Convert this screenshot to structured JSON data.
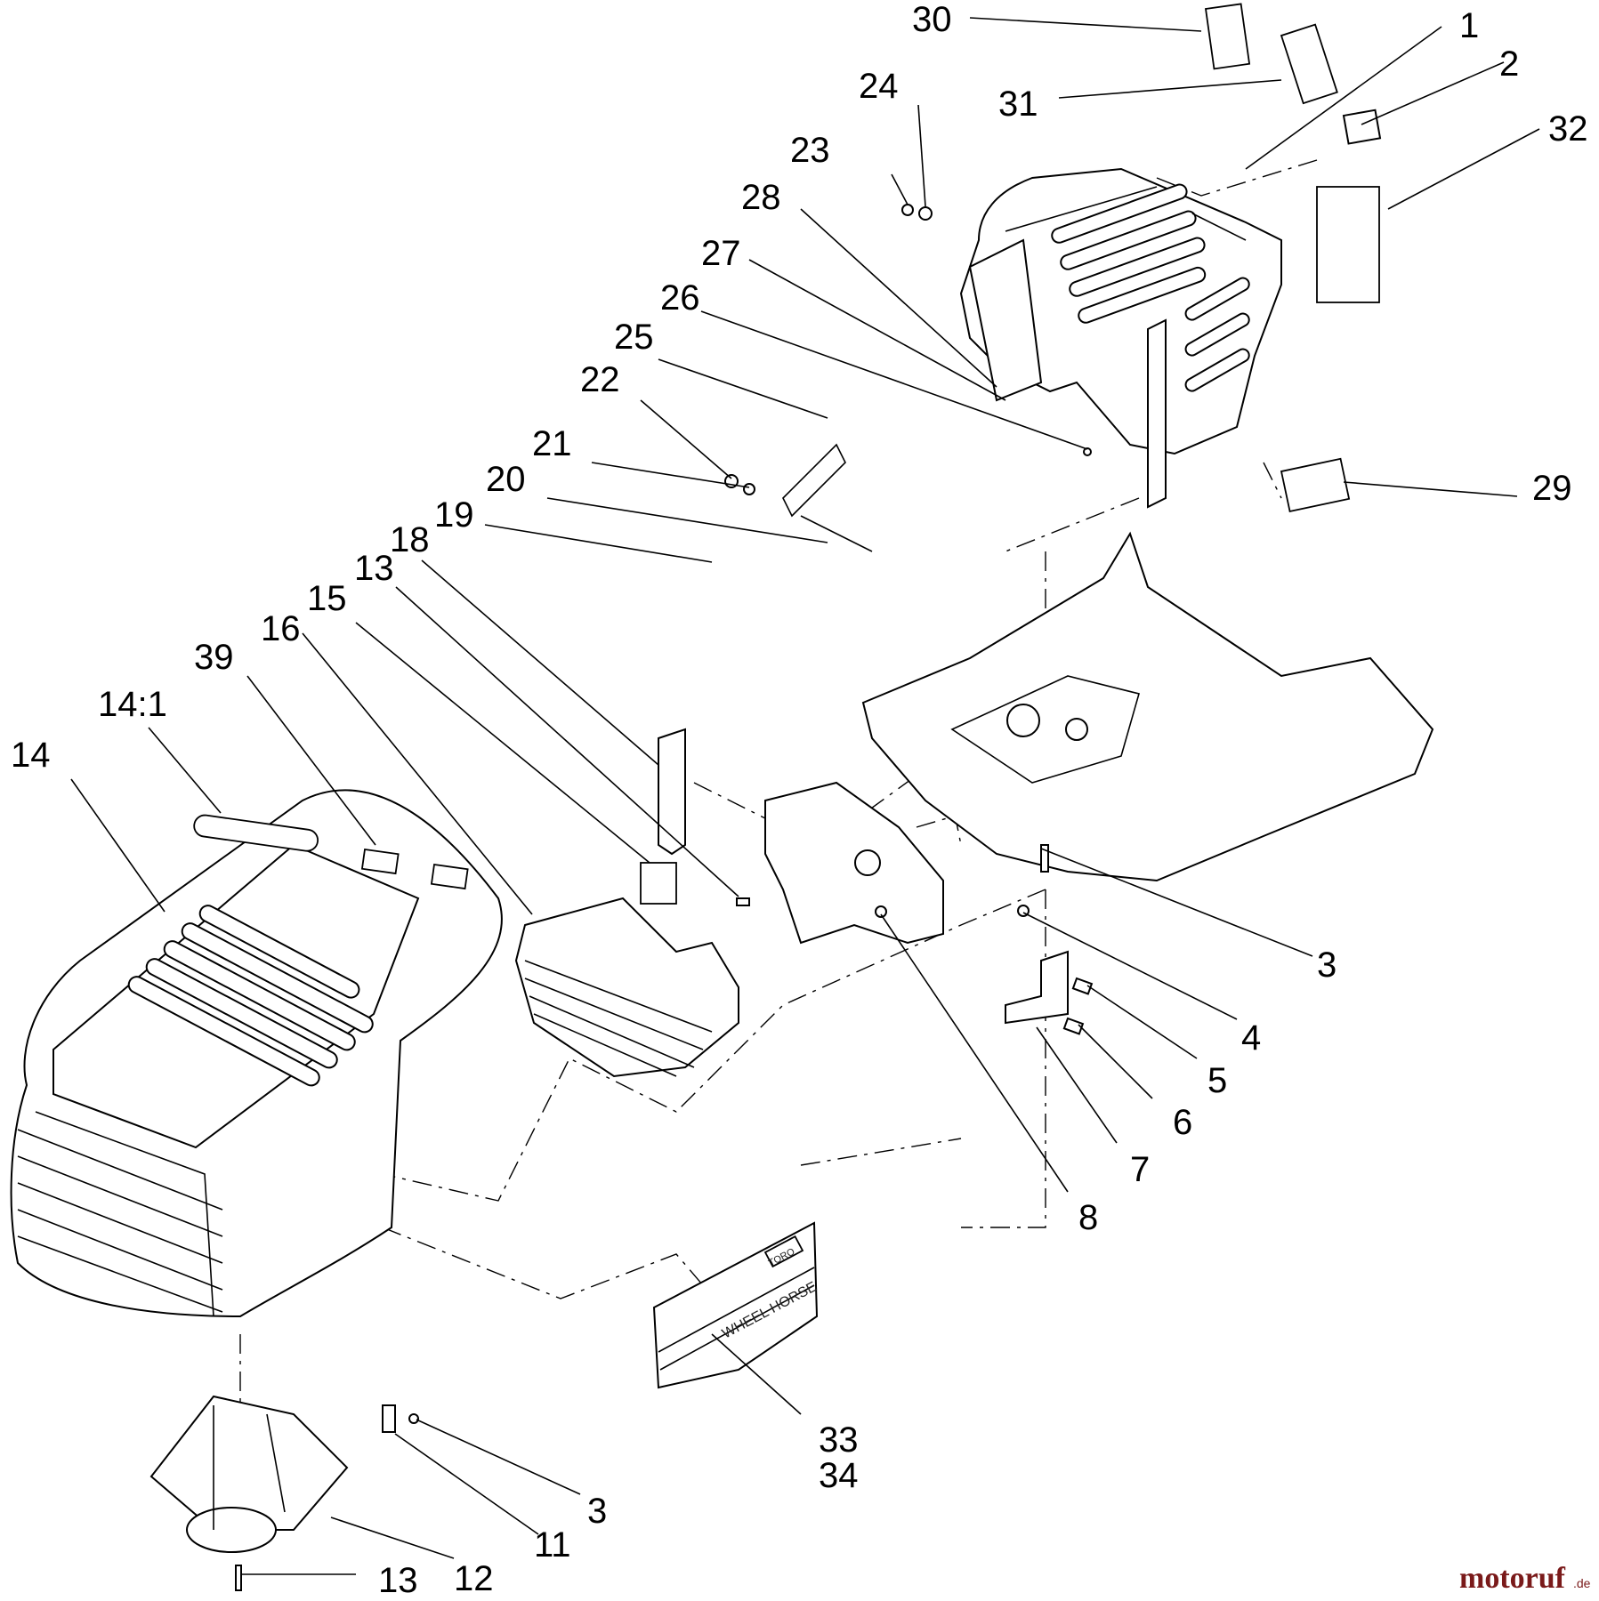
{
  "callouts": {
    "c1": "1",
    "c2": "2",
    "c3a": "3",
    "c3b": "3",
    "c4": "4",
    "c5": "5",
    "c6": "6",
    "c7": "7",
    "c8": "8",
    "c11": "11",
    "c12": "12",
    "c13a": "13",
    "c13b": "13",
    "c14": "14",
    "c14_1": "14:1",
    "c15": "15",
    "c16": "16",
    "c18": "18",
    "c19": "19",
    "c20": "20",
    "c21": "21",
    "c22": "22",
    "c23": "23",
    "c24": "24",
    "c25": "25",
    "c26": "26",
    "c27": "27",
    "c28": "28",
    "c29": "29",
    "c30": "30",
    "c31": "31",
    "c32": "32",
    "c33_34": "33\n34",
    "c39": "39"
  },
  "decal_text": {
    "brand": "WHEEL HORSE",
    "badge": "TORO"
  },
  "watermark": {
    "name": "motoruf",
    "suffix": ".de"
  },
  "colors": {
    "watermark": "#7a1a1a",
    "line": "#000000"
  }
}
